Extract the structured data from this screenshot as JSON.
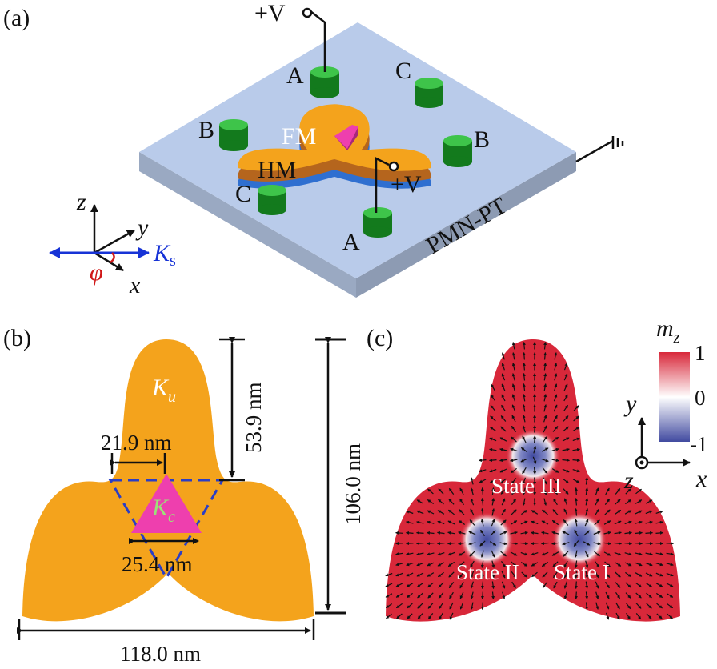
{
  "panels": {
    "a": {
      "label": "(a)",
      "voltage_top": "+V",
      "voltage_mid": "+V",
      "substrate": "PMN-PT",
      "fm_layer": "FM",
      "hm_layer": "HM",
      "electrodes": {
        "A": "A",
        "B": "B",
        "C": "C"
      },
      "axes": {
        "z": "z",
        "y": "y",
        "x": "x",
        "phi": "φ",
        "Ks_main": "K",
        "Ks_sub": "s"
      }
    },
    "b": {
      "label": "(b)",
      "Ku_main": "K",
      "Ku_sub": "u",
      "Kc_main": "K",
      "Kc_sub": "c",
      "dim_width": "118.0 nm",
      "dim_height": "106.0 nm",
      "dim_top": "53.9 nm",
      "dim_tri_top": "21.9 nm",
      "dim_tri_bottom": "25.4 nm"
    },
    "c": {
      "label": "(c)",
      "colorbar_title_main": "m",
      "colorbar_title_sub": "z",
      "colorbar_ticks": [
        "1",
        "0",
        "-1"
      ],
      "axes": {
        "y": "y",
        "z": "z",
        "x": "x"
      },
      "states": [
        "State III",
        "State II",
        "State I"
      ]
    }
  },
  "colors": {
    "substrate_top": "#b9cbea",
    "substrate_side": "#8d9bb3",
    "fm": "#f4a31c",
    "hm_copper": "#b5651d",
    "hm_blue": "#2f6fd0",
    "electrode": "#1f9a2c",
    "triangle": "#ee3fae",
    "dashed": "#2b3ec4",
    "state_red": "#d8283a",
    "state_blue": "#414aa0",
    "axis_blue": "#1733d6",
    "phi_red": "#d01818"
  }
}
